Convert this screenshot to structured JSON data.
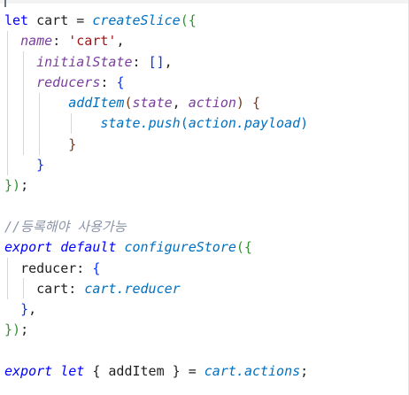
{
  "editor": {
    "code": {
      "l1": {
        "kw": "let",
        "var": " cart = ",
        "fn": "createSlice",
        "open": "({"
      },
      "l2": {
        "key": "name",
        "colon": ": ",
        "str": "'cart'",
        "comma": ","
      },
      "l3": {
        "key": "initialState",
        "colon": ": ",
        "val": "[]",
        "comma": ","
      },
      "l4": {
        "key": "reducers",
        "colon": ": ",
        "open": "{"
      },
      "l5": {
        "fn": "addItem",
        "open": "(",
        "p1": "state",
        "comma": ", ",
        "p2": "action",
        "close": ")",
        "brace": " {"
      },
      "l6": {
        "obj": "state",
        "dot1": ".",
        "method": "push",
        "open": "(",
        "arg": "action",
        "dot2": ".",
        "prop": "payload",
        "close": ")"
      },
      "l7": {
        "close": "}"
      },
      "l8": {
        "close": "}"
      },
      "l9": {
        "brace": "}",
        "paren": ")",
        "semi": ";"
      },
      "l11": {
        "comment": "//등록해야 사용가능"
      },
      "l12": {
        "kw1": "export",
        "kw2": " default ",
        "fn": "configureStore",
        "open": "({"
      },
      "l13": {
        "key": "reducer",
        "colon": ": ",
        "open": "{"
      },
      "l14": {
        "key": "cart",
        "colon": ": ",
        "obj": "cart",
        "dot": ".",
        "prop": "reducer"
      },
      "l15": {
        "close": "}",
        "comma": ","
      },
      "l16": {
        "brace": "}",
        "paren": ")",
        "semi": ";"
      },
      "l18": {
        "kw1": "export",
        "kw2": " let ",
        "open": "{ ",
        "name": "addItem",
        "close": " }",
        "eq": " = ",
        "obj": "cart",
        "dot": ".",
        "prop": "actions",
        "semi": ";"
      }
    }
  }
}
